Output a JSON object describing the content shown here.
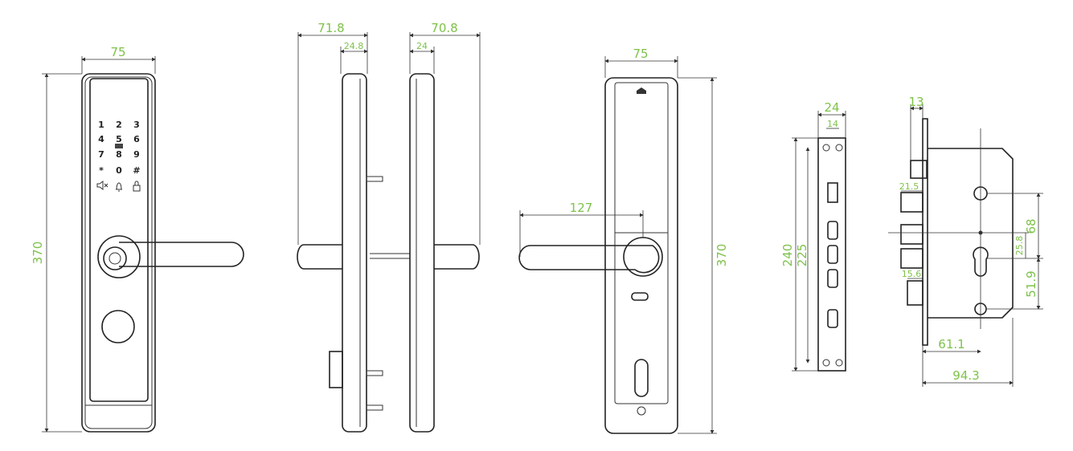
{
  "colors": {
    "dimension": "#7ec24a",
    "line": "#222222"
  },
  "front_view": {
    "width_dim": "75",
    "height_dim": "370",
    "keypad": [
      "1",
      "2",
      "3",
      "4",
      "5",
      "6",
      "7",
      "8",
      "9",
      "*",
      "0",
      "#"
    ],
    "keypad_icons": [
      "mute-icon",
      "bell-icon",
      "lock-icon"
    ]
  },
  "side_view_left": {
    "depth_dim": "71.8",
    "body_dim": "24.8"
  },
  "side_view_right": {
    "depth_dim": "70.8",
    "body_dim": "24"
  },
  "back_view": {
    "width_dim": "75",
    "height_dim": "370",
    "handle_dim": "127"
  },
  "strike_plate": {
    "width_dim": "24",
    "hole_spacing_dim": "14",
    "length_dim": "240",
    "hole_distance_dim": "225"
  },
  "mortise": {
    "faceplate_dim": "13",
    "deadbolt_dim": "21.5",
    "latch_dim": "15.6",
    "spindle_dim": "68",
    "cylinder_offset_dim": "25.8",
    "lower_dim": "51.9",
    "backset_dim": "61.1",
    "case_depth_dim": "94.3"
  }
}
